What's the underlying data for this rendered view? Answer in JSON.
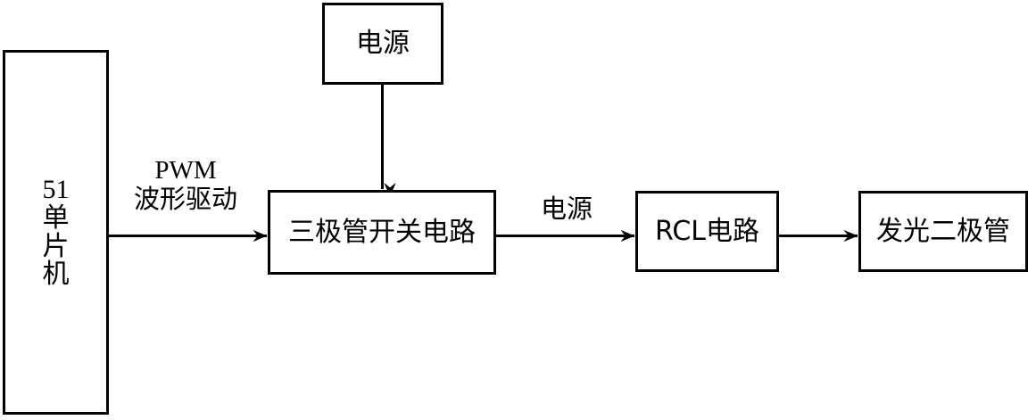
{
  "diagram": {
    "title": "LED PWM driver block diagram",
    "stroke_color": "#000000",
    "background_color": "#ffffff",
    "nodes": [
      {
        "id": "mcu",
        "label_lines": [
          "51",
          "单",
          "片",
          "机"
        ],
        "label_full": "51单片机",
        "orientation": "vertical-stacked"
      },
      {
        "id": "power_supply",
        "label": "电源",
        "orientation": "horizontal"
      },
      {
        "id": "transistor_switch",
        "label": "三极管开关电路",
        "orientation": "horizontal"
      },
      {
        "id": "rcl_circuit",
        "label": "RCL电路",
        "orientation": "horizontal"
      },
      {
        "id": "led",
        "label": "发光二极管",
        "orientation": "horizontal"
      }
    ],
    "edges": [
      {
        "id": "mcu_to_switch",
        "from": "mcu",
        "to": "transistor_switch",
        "label_lines": [
          "PWM",
          "波形驱动"
        ],
        "label_line1": "PWM",
        "label_line2": "波形驱动",
        "direction": "right",
        "arrowhead": true
      },
      {
        "id": "power_to_switch",
        "from": "power_supply",
        "to": "transistor_switch",
        "label": "",
        "direction": "down",
        "arrowhead": true
      },
      {
        "id": "switch_to_rcl",
        "from": "transistor_switch",
        "to": "rcl_circuit",
        "label": "电源",
        "direction": "right",
        "arrowhead": true
      },
      {
        "id": "rcl_to_led",
        "from": "rcl_circuit",
        "to": "led",
        "label": "",
        "direction": "right",
        "arrowhead": true
      }
    ]
  }
}
